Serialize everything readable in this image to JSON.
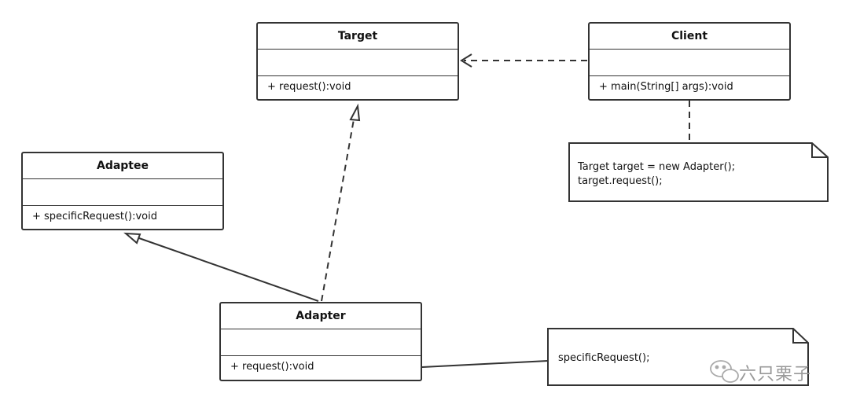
{
  "classes": {
    "target": {
      "name": "Target",
      "op": "+ request():void"
    },
    "client": {
      "name": "Client",
      "op": "+ main(String[] args):void"
    },
    "adaptee": {
      "name": "Adaptee",
      "op": "+ specificRequest():void"
    },
    "adapter": {
      "name": "Adapter",
      "op": "+ request():void"
    }
  },
  "notes": {
    "client_note": {
      "line1": "Target target = new Adapter();",
      "line2": "target.request();"
    },
    "adapter_note": {
      "line1": "specificRequest();"
    }
  },
  "relationships": [
    {
      "from": "Client",
      "to": "Target",
      "kind": "dependency"
    },
    {
      "from": "Adapter",
      "to": "Target",
      "kind": "realization"
    },
    {
      "from": "Adapter",
      "to": "Adaptee",
      "kind": "generalization"
    }
  ],
  "watermark": {
    "text": "六只栗子",
    "icon": "wechat-icon"
  },
  "colors": {
    "line": "#333333",
    "watermark": "#999999"
  }
}
